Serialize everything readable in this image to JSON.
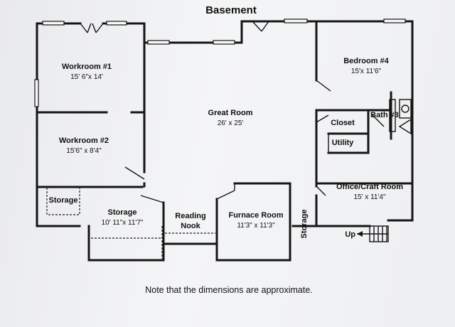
{
  "title": "Basement",
  "note": "Note that the dimensions are approximate.",
  "rooms": {
    "workroom1": {
      "name": "Workroom #1",
      "dims": "15' 6\"x 14'"
    },
    "workroom2": {
      "name": "Workroom #2",
      "dims": "15'6\" x 8'4\""
    },
    "great_room": {
      "name": "Great Room",
      "dims": "26' x 25'"
    },
    "bedroom4": {
      "name": "Bedroom #4",
      "dims": "15'x 11'6\""
    },
    "closet": {
      "name": "Closet"
    },
    "bath3": {
      "name": "Bath #3"
    },
    "utility": {
      "name": "Utility"
    },
    "office": {
      "name": "Office/Craft Room",
      "dims": "15' x 11'4\""
    },
    "storage_small": {
      "name": "Storage"
    },
    "storage_main": {
      "name": "Storage",
      "dims": "10' 11\"x 11'7\""
    },
    "reading_nook": {
      "name_line1": "Reading",
      "name_line2": "Nook"
    },
    "furnace_room": {
      "name": "Furnace Room",
      "dims": "11'3\" x 11'3\""
    },
    "storage_vertical": {
      "name": "Storage"
    }
  },
  "stairs_label": "Up"
}
